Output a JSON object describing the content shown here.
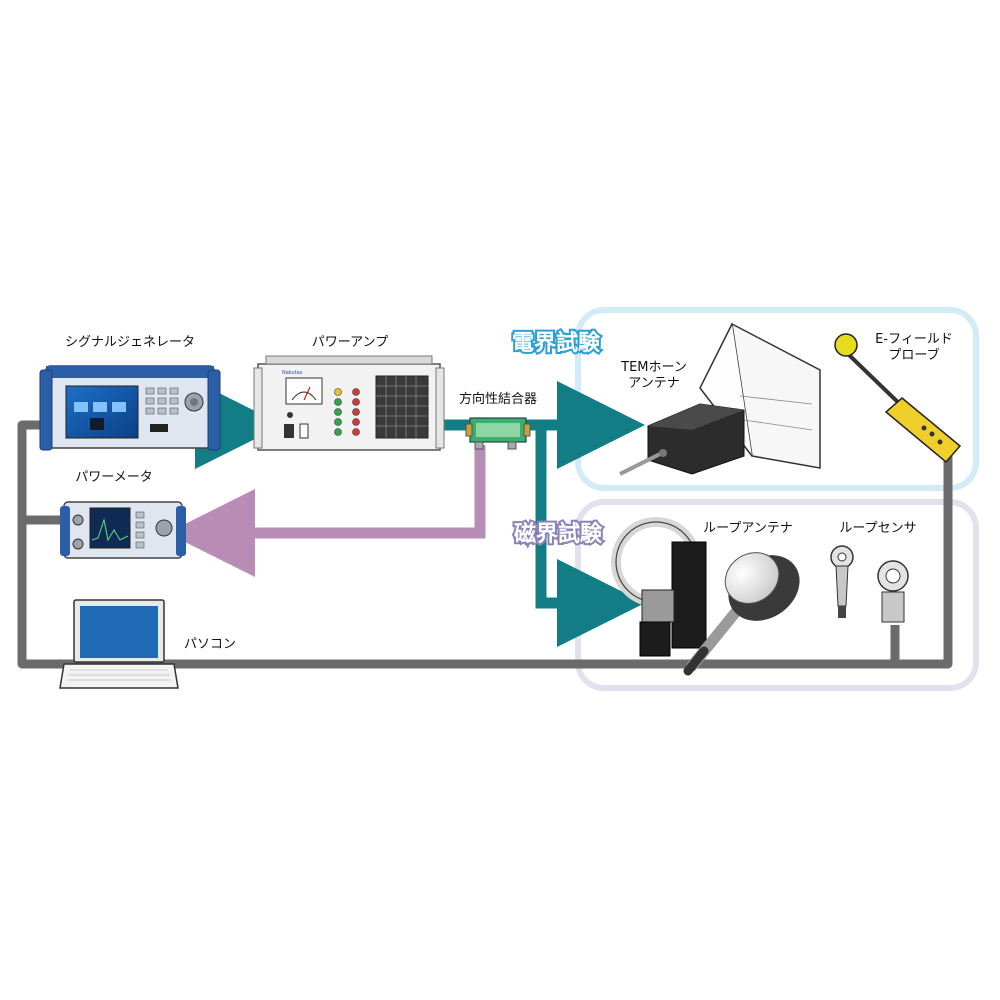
{
  "labels": {
    "signal_generator": "シグナルジェネレータ",
    "power_amp": "パワーアンプ",
    "power_meter": "パワーメータ",
    "directional_coupler": "方向性結合器",
    "pc": "パソコン",
    "tem_horn_line1": "TEMホーン",
    "tem_horn_line2": "アンテナ",
    "e_field_line1": "E-フィールド",
    "e_field_line2": "プローブ",
    "loop_antenna": "ループアンテナ",
    "loop_sensor": "ループセンサ",
    "amp_brand": "Nakutas"
  },
  "groups": {
    "electric_field_test": "電界試験",
    "magnetic_field_test": "磁界試験"
  },
  "colors": {
    "teal_signal": "#137d86",
    "purple_feedback": "#b98cb6",
    "gray_cable": "#6b6b6b",
    "electric_group_border": "#cfe9f5",
    "magnetic_group_border": "#e3e0ee",
    "electric_label": "#2a9fd6",
    "magnetic_label": "#8a83b8"
  }
}
